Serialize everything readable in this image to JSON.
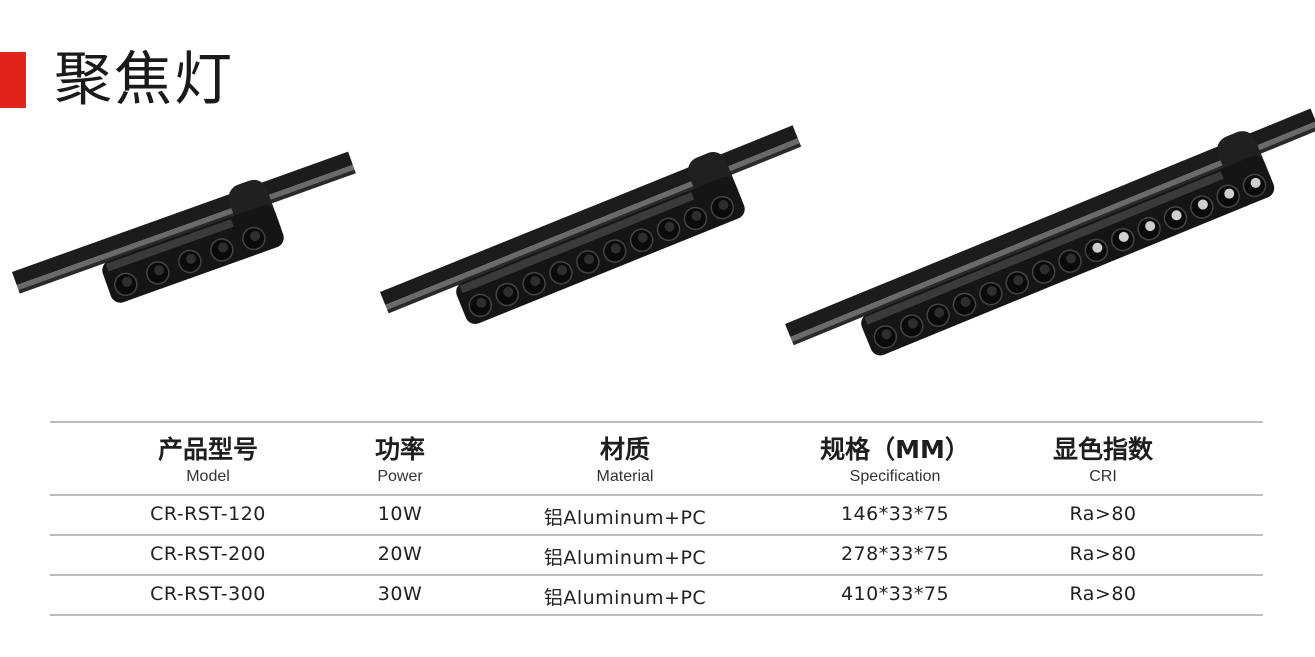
{
  "title": "聚焦灯",
  "accent_color": "#e2231a",
  "table": {
    "headers": [
      {
        "cn": "产品型号",
        "en": "Model"
      },
      {
        "cn": "功率",
        "en": "Power"
      },
      {
        "cn": "材质",
        "en": "Material"
      },
      {
        "cn": "规格（MM）",
        "en": "Specification"
      },
      {
        "cn": "显色指数",
        "en": "CRI"
      }
    ],
    "rows": [
      [
        "CR-RST-120",
        "10W",
        "铝Aluminum+PC",
        "146*33*75",
        "Ra>80"
      ],
      [
        "CR-RST-200",
        "20W",
        "铝Aluminum+PC",
        "278*33*75",
        "Ra>80"
      ],
      [
        "CR-RST-300",
        "30W",
        "铝Aluminum+PC",
        "410*33*75",
        "Ra>80"
      ]
    ]
  }
}
